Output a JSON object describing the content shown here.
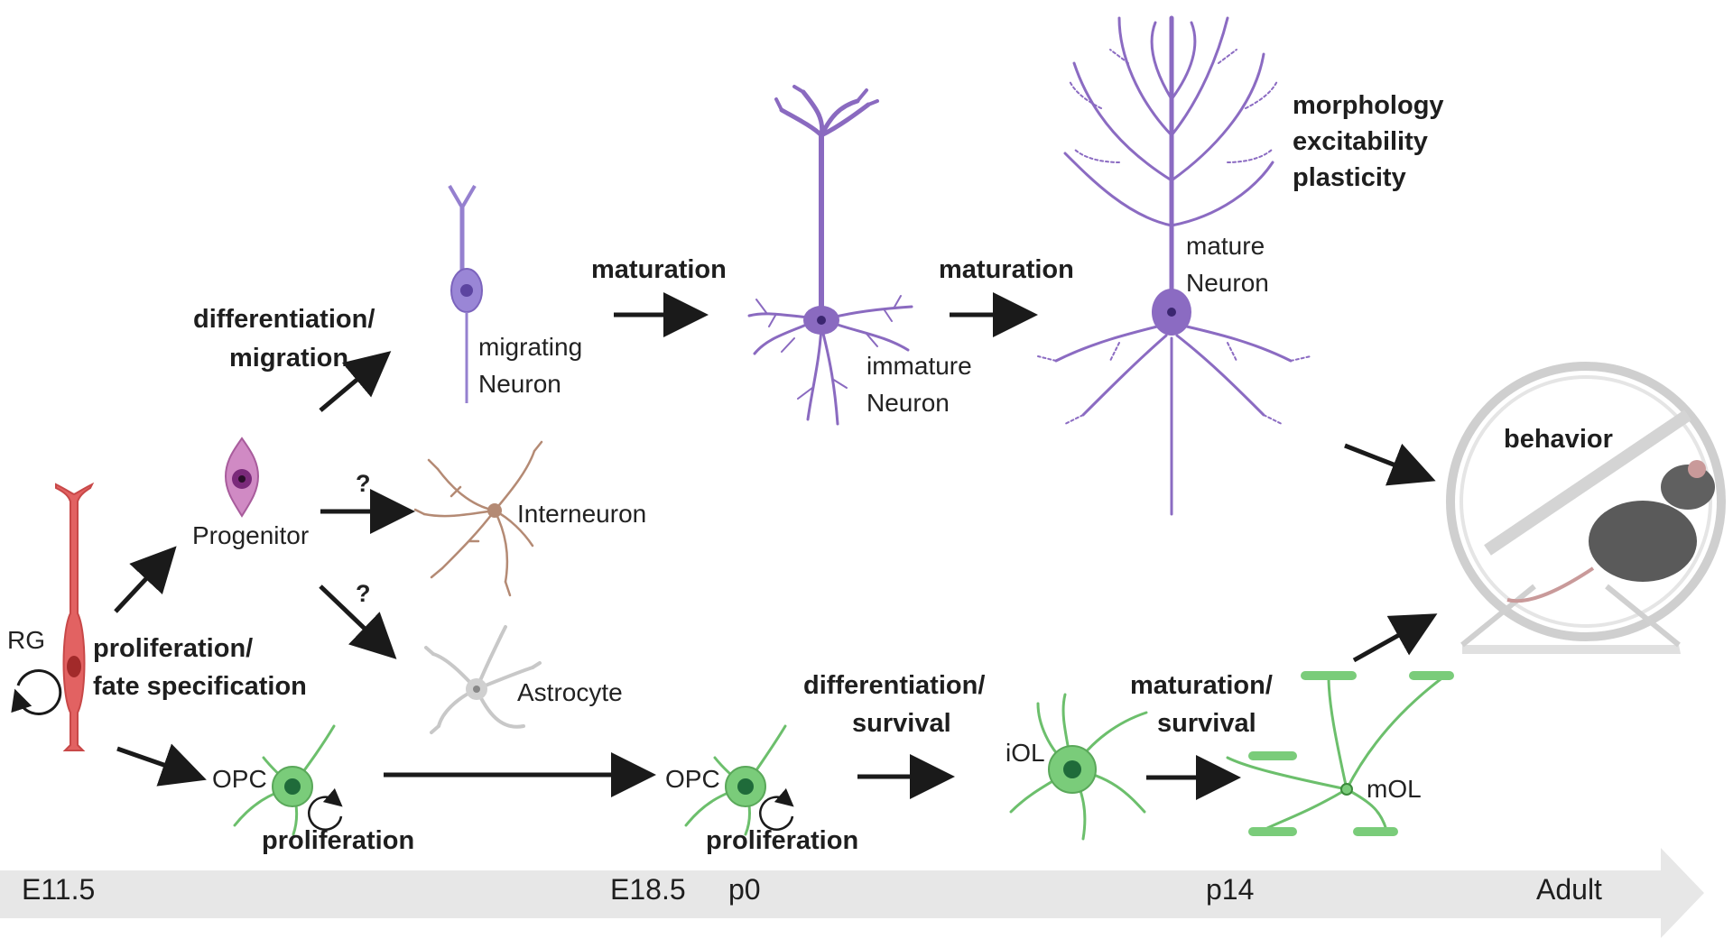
{
  "labels": {
    "rg": "RG",
    "proliferation_fate": "proliferation/",
    "fate_specification": "fate specification",
    "progenitor": "Progenitor",
    "diff_migration_1": "differentiation/",
    "diff_migration_2": "migration",
    "migrating_neuron_1": "migrating",
    "migrating_neuron_2": "Neuron",
    "maturation_1": "maturation",
    "immature_neuron_1": "immature",
    "immature_neuron_2": "Neuron",
    "maturation_2": "maturation",
    "mature_neuron_1": "mature",
    "mature_neuron_2": "Neuron",
    "morphology": "morphology",
    "excitability": "excitability",
    "plasticity": "plasticity",
    "question_1": "?",
    "interneuron": "Interneuron",
    "question_2": "?",
    "astrocyte": "Astrocyte",
    "opc_1": "OPC",
    "proliferation_1": "proliferation",
    "opc_2": "OPC",
    "proliferation_2": "proliferation",
    "diff_survival_1": "differentiation/",
    "diff_survival_2": "survival",
    "iol": "iOL",
    "mat_survival_1": "maturation/",
    "mat_survival_2": "survival",
    "mol": "mOL",
    "behavior": "behavior"
  },
  "timeline": [
    "E11.5",
    "E18.5",
    "p0",
    "p14",
    "Adult"
  ],
  "colors": {
    "radial_glia": "#e05a5a",
    "progenitor": "#c77ab8",
    "neuron": "#8f6fc4",
    "interneuron": "#b08470",
    "astrocyte": "#bdbdbd",
    "oligodendrocyte": "#6cbf6c",
    "arrow": "#1a1a1a",
    "timeline": "#e6e6e6",
    "mouse": "#5a5a5a"
  }
}
